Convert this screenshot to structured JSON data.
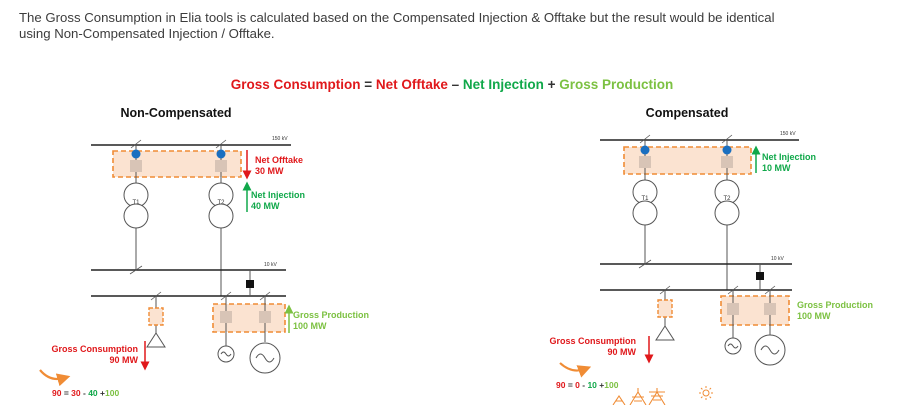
{
  "intro": {
    "line1": "The Gross Consumption in Elia tools is calculated based on the Compensated Injection & Offtake but the result would be identical",
    "line2": "using Non-Compensated Injection / Offtake."
  },
  "formula": {
    "gross_consumption": "Gross Consumption",
    "eq": " = ",
    "net_offtake": "Net Offtake",
    "minus": " – ",
    "net_injection": "Net Injection",
    "plus": " + ",
    "gross_production": "Gross Production"
  },
  "colors": {
    "red": "#e0181b",
    "green": "#10a84a",
    "lightgreen": "#7cc142",
    "orange": "#f08c35",
    "blue": "#1a6fc0"
  },
  "left": {
    "title": "Non-Compensated",
    "kv_high": "150 kV",
    "kv_low": "10 kV",
    "t1": "T1",
    "t2": "T2",
    "offtake_label": "Net Offtake",
    "offtake_value": "30 MW",
    "injection_label": "Net Injection",
    "injection_value": "40 MW",
    "production_label": "Gross Production",
    "production_value": "100 MW",
    "consumption_label": "Gross Consumption",
    "consumption_value": "90 MW",
    "eq": {
      "total": "90",
      "eq": " = ",
      "a": "30",
      "minus": " - ",
      "b": "40",
      "plus": " +",
      "c": "100"
    }
  },
  "right": {
    "title": "Compensated",
    "kv_high": "150 kV",
    "kv_low": "10 kV",
    "t1": "T1",
    "t2": "T2",
    "injection_label": "Net Injection",
    "injection_value": "10 MW",
    "production_label": "Gross Production",
    "production_value": "100 MW",
    "consumption_label": "Gross Consumption",
    "consumption_value": "90 MW",
    "eq": {
      "total": "90",
      "eq": " = ",
      "a": "0",
      "minus": " - ",
      "b": "10",
      "plus": " +",
      "c": "100"
    }
  }
}
